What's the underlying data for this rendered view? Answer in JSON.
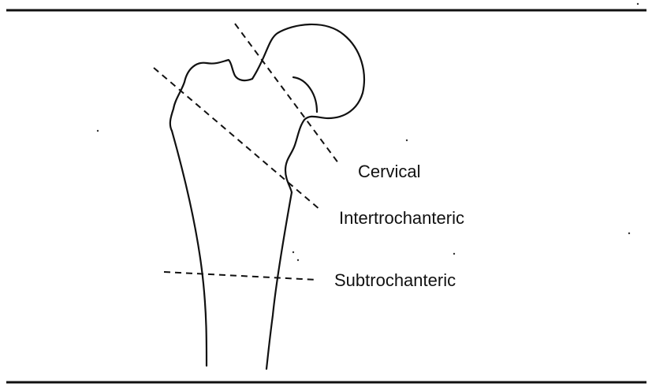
{
  "diagram": {
    "labels": {
      "cervical": "Cervical",
      "intertrochanteric": "Intertrochanteric",
      "subtrochanteric": "Subtrochanteric"
    },
    "colors": {
      "line": "#111111",
      "background": "#ffffff"
    }
  }
}
